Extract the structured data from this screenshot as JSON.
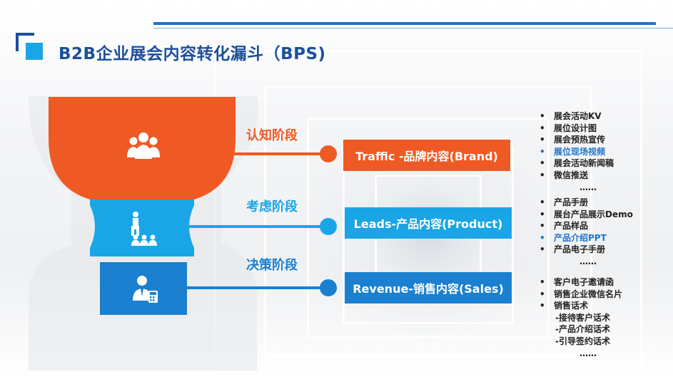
{
  "title": "B2B企业展会内容转化漏斗（BPS)",
  "colors": {
    "brand": "#ef5a24",
    "product": "#1aa6e6",
    "sales": "#1a80cf",
    "title": "#1b4f9c"
  },
  "stages": [
    {
      "label": "认知阶段",
      "color": "#ef5a24",
      "box_label": "Traffic -品牌内容(Brand)",
      "box_color": "#ef5a24",
      "icon": "group-icon",
      "items": [
        {
          "text": "展会活动KV"
        },
        {
          "text": "展位设计图"
        },
        {
          "text": "展会预热宣传"
        },
        {
          "text": "展位现场视频",
          "highlight": true
        },
        {
          "text": "展会活动新闻稿"
        },
        {
          "text": "微信推送"
        },
        {
          "text": "……",
          "kind": "dots"
        }
      ]
    },
    {
      "label": "考虑阶段",
      "color": "#1aa6e6",
      "box_label": "Leads-产品内容(Product)",
      "box_color": "#1aa6e6",
      "icon": "presentation-icon",
      "items": [
        {
          "text": "产品手册"
        },
        {
          "text": "展台产品展示Demo"
        },
        {
          "text": "产品样品"
        },
        {
          "text": "产品介绍PPT",
          "highlight": true
        },
        {
          "text": "产品电子手册"
        },
        {
          "text": "……",
          "kind": "dots"
        }
      ]
    },
    {
      "label": "决策阶段",
      "color": "#1a80cf",
      "box_label": "Revenue-销售内容(Sales)",
      "box_color": "#1a80cf",
      "icon": "salesman-icon",
      "items": [
        {
          "text": "客户电子邀请函"
        },
        {
          "text": "销售企业微信名片"
        },
        {
          "text": "销售话术"
        },
        {
          "text": "-接待客户话术",
          "kind": "sub"
        },
        {
          "text": "-产品介绍话术",
          "kind": "sub"
        },
        {
          "text": "-引导签约话术",
          "kind": "sub"
        },
        {
          "text": "……",
          "kind": "dots"
        }
      ]
    }
  ]
}
